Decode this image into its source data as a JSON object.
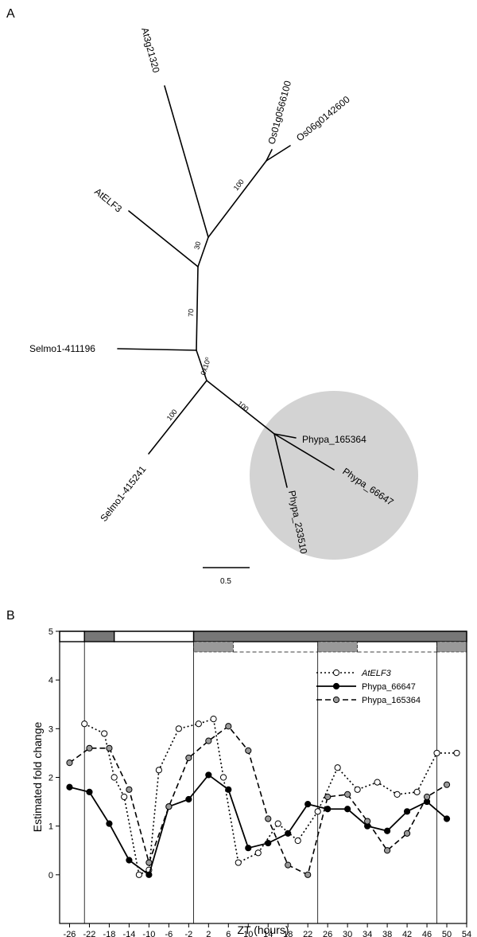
{
  "panel_a": {
    "label": "A",
    "taxa": [
      {
        "name": "At3g21320"
      },
      {
        "name": "Os01g0566100"
      },
      {
        "name": "Os06g0142600"
      },
      {
        "name": "AtELF3"
      },
      {
        "name": "Selmo1-411196"
      },
      {
        "name": "Selmo1-415241"
      },
      {
        "name": "Phypa_165364"
      },
      {
        "name": "Phypa_66647"
      },
      {
        "name": "Phypa_233510"
      }
    ],
    "bootstrap": [
      "100",
      "30",
      "70",
      "0x10⁰",
      "100",
      "100"
    ],
    "scale_bar": "0.5",
    "highlight_color": "#d3d3d3"
  },
  "panel_b": {
    "label": "B",
    "chart_data": {
      "type": "line",
      "xlabel": "ZT (hours)",
      "ylabel": "Estimated fold change",
      "xlim": [
        -28,
        54
      ],
      "ylim": [
        -1,
        5
      ],
      "xticks": [
        -26,
        -22,
        -18,
        -14,
        -10,
        -6,
        -2,
        2,
        6,
        10,
        14,
        18,
        22,
        26,
        30,
        34,
        38,
        42,
        46,
        50,
        54
      ],
      "yticks": [
        0,
        1,
        2,
        3,
        4,
        5
      ],
      "vlines": [
        -23,
        -1,
        24,
        48
      ],
      "light_bar_top": [
        {
          "from": -28,
          "to": -23,
          "state": "light"
        },
        {
          "from": -23,
          "to": -17,
          "state": "dark"
        },
        {
          "from": -17,
          "to": -1,
          "state": "light"
        },
        {
          "from": -1,
          "to": 54,
          "state": "dark"
        }
      ],
      "light_bar_bottom": [
        {
          "from": -1,
          "to": 7,
          "state": "dark"
        },
        {
          "from": 7,
          "to": 24,
          "state": "light"
        },
        {
          "from": 24,
          "to": 32,
          "state": "dark"
        },
        {
          "from": 32,
          "to": 48,
          "state": "light"
        },
        {
          "from": 48,
          "to": 54,
          "state": "dark"
        }
      ],
      "series": [
        {
          "name": "AtELF3",
          "style": "dotted",
          "marker_fill": "#ffffff",
          "x": [
            -23,
            -19,
            -17,
            -15,
            -12,
            -10,
            -8,
            -4,
            0,
            3,
            5,
            8,
            12,
            16,
            20,
            24,
            28,
            32,
            36,
            40,
            44,
            48,
            52
          ],
          "y": [
            3.1,
            2.9,
            2.0,
            1.6,
            0.0,
            0.1,
            2.15,
            3.0,
            3.1,
            3.2,
            2.0,
            0.25,
            0.45,
            1.05,
            0.7,
            1.3,
            2.2,
            1.75,
            1.9,
            1.65,
            1.7,
            2.5,
            2.5
          ]
        },
        {
          "name": "Phypa_66647",
          "style": "solid",
          "marker_fill": "#000000",
          "x": [
            -26,
            -22,
            -18,
            -14,
            -10,
            -6,
            -2,
            2,
            6,
            10,
            14,
            18,
            22,
            26,
            30,
            34,
            38,
            42,
            46,
            50
          ],
          "y": [
            1.8,
            1.7,
            1.05,
            0.3,
            0.0,
            1.4,
            1.55,
            2.05,
            1.75,
            0.55,
            0.65,
            0.85,
            1.45,
            1.35,
            1.35,
            1.0,
            0.9,
            1.3,
            1.5,
            1.15
          ]
        },
        {
          "name": "Phypa_165364",
          "style": "dashed",
          "marker_fill": "#9a9a9a",
          "x": [
            -26,
            -22,
            -18,
            -14,
            -10,
            -6,
            -2,
            2,
            6,
            10,
            14,
            18,
            22,
            26,
            30,
            34,
            38,
            42,
            46,
            50
          ],
          "y": [
            2.3,
            2.6,
            2.6,
            1.75,
            0.25,
            1.4,
            2.4,
            2.75,
            3.05,
            2.55,
            1.15,
            0.2,
            0.0,
            1.6,
            1.65,
            1.1,
            0.5,
            0.85,
            1.6,
            1.85
          ]
        }
      ],
      "legend_position": "top-right"
    }
  }
}
